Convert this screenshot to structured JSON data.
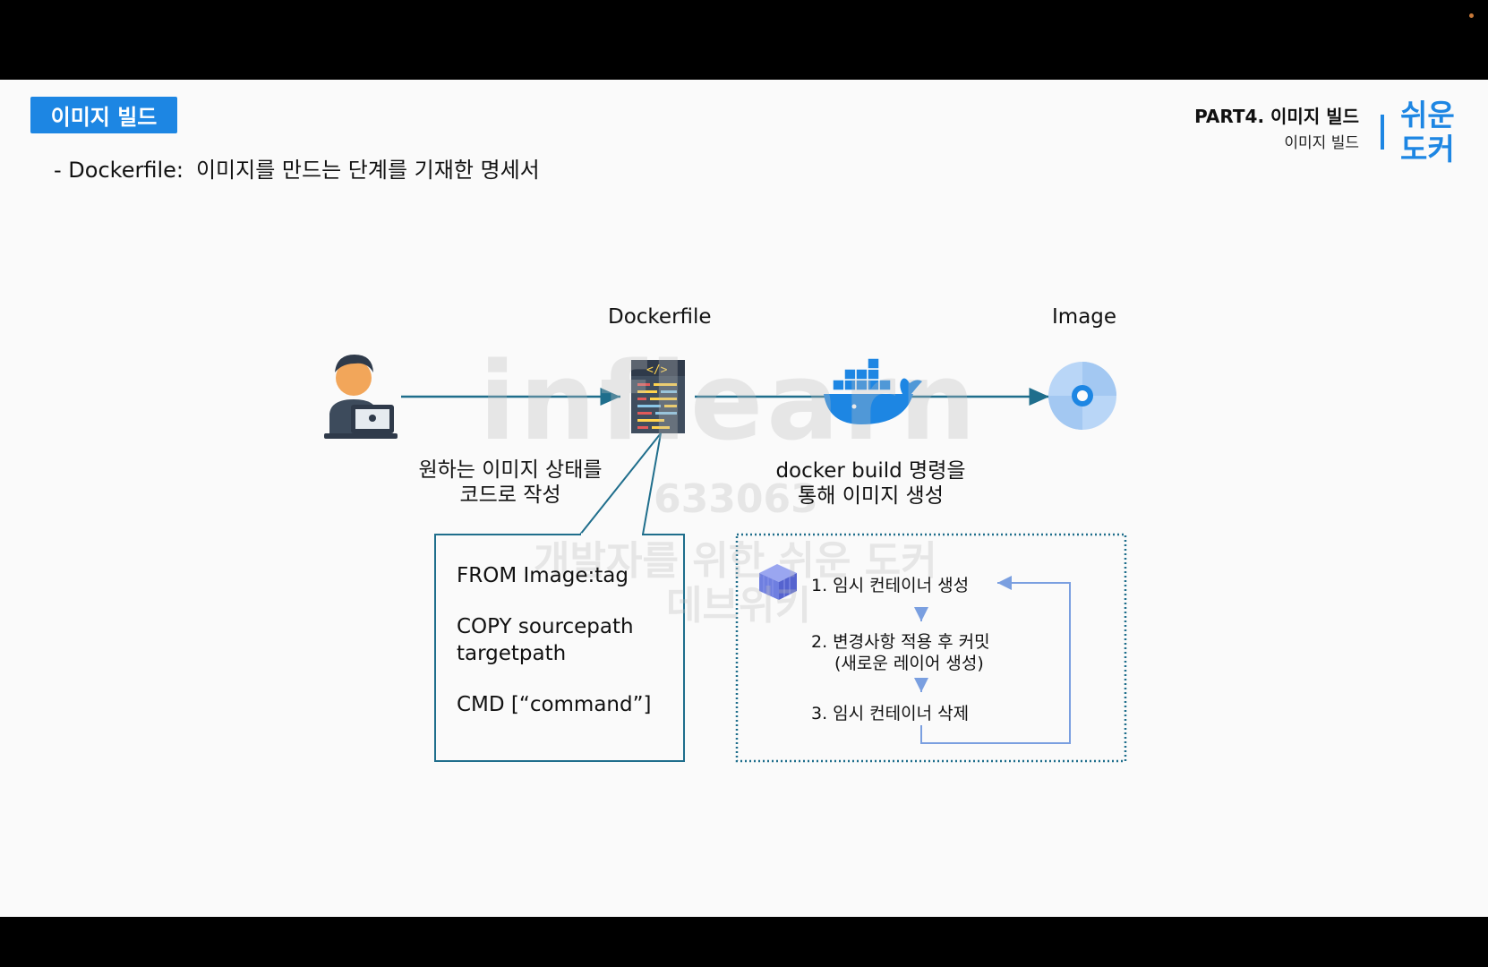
{
  "slide": {
    "badge": "이미지 빌드",
    "subtitle_key": "- Dockerfile:",
    "subtitle_desc": "이미지를 만드는 단계를 기재한 명세서",
    "part_title": "PART4. 이미지 빌드",
    "part_subtitle": "이미지 빌드",
    "logo_line1": "쉬운",
    "logo_line2": "도커"
  },
  "diagram": {
    "dockerfile_label": "Dockerfile",
    "image_label": "Image",
    "caption_left_1": "원하는 이미지 상태를",
    "caption_left_2": "코드로 작성",
    "caption_mid_1": "docker build 명령을",
    "caption_mid_2": "통해 이미지 생성",
    "code_lines": {
      "from": "FROM Image:tag",
      "copy1": "COPY sourcepath",
      "copy2": "targetpath",
      "cmd": "CMD [“command”]"
    },
    "steps": {
      "s1": "1. 임시 컨테이너 생성",
      "s2": "2. 변경사항 적용 후 커밋",
      "s2b": "(새로운 레이어 생성)",
      "s3": "3. 임시 컨테이너 삭제"
    }
  },
  "watermark": {
    "logo": "inflearn",
    "number": "633063",
    "line1": "개발자를 위한 쉬운 도커",
    "line2": "데브위키"
  },
  "colors": {
    "accent": "#1d86e3",
    "arrow": "#1f6e8c",
    "box_border": "#1f6e8c",
    "loop": "#7a9fe0"
  }
}
